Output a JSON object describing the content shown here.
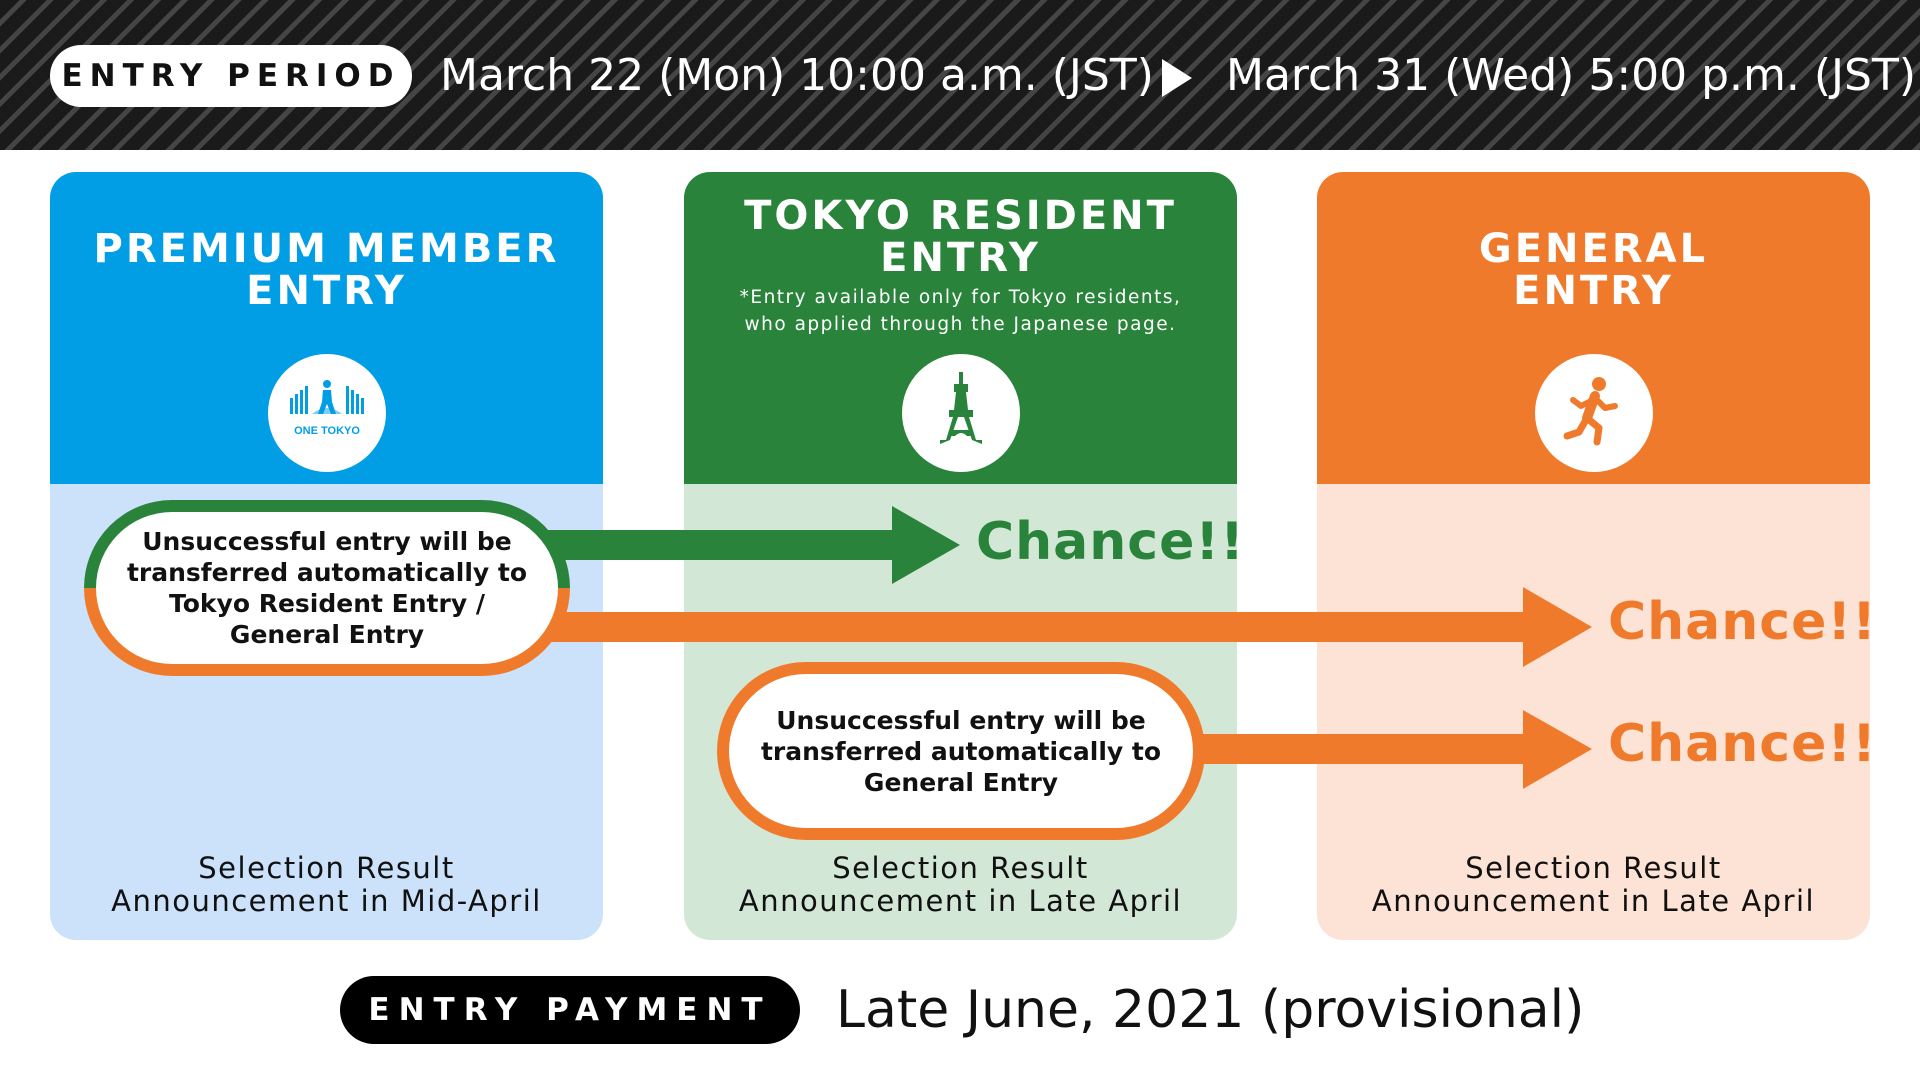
{
  "header": {
    "pill_label": "ENTRY PERIOD",
    "start": "March 22 (Mon) 10:00 a.m. (JST)",
    "end": "March 31 (Wed) 5:00 p.m. (JST)"
  },
  "columns": [
    {
      "title": "PREMIUM MEMBER\nENTRY",
      "icon": "one-tokyo-logo",
      "logo_text": "ONE TOKYO",
      "result": "Selection Result\nAnnouncement in Mid-April",
      "top_color": "#019de5",
      "bottom_color": "#cce1fa"
    },
    {
      "title": "TOKYO RESIDENT\nENTRY",
      "note": "*Entry available only for Tokyo residents,\nwho applied through the Japanese page.",
      "icon": "tokyo-tower-icon",
      "result": "Selection Result\nAnnouncement in Late April",
      "top_color": "#29833b",
      "bottom_color": "#d3e7d6"
    },
    {
      "title": "GENERAL\nENTRY",
      "icon": "runner-icon",
      "result": "Selection Result\nAnnouncement in Late April",
      "top_color": "#f07a2b",
      "bottom_color": "#fde3d6"
    }
  ],
  "transfers": [
    {
      "text": "Unsuccessful entry will be\ntransferred automatically to\nTokyo Resident Entry /\nGeneral Entry"
    },
    {
      "text": "Unsuccessful entry will be\ntransferred automatically to\nGeneral Entry"
    }
  ],
  "chances": [
    "Chance!!",
    "Chance!!",
    "Chance!!"
  ],
  "footer": {
    "pill_label": "ENTRY PAYMENT",
    "date": "Late June, 2021 (provisional)"
  },
  "colors": {
    "green": "#29833b",
    "orange": "#f07a2b",
    "blue": "#019de5"
  }
}
